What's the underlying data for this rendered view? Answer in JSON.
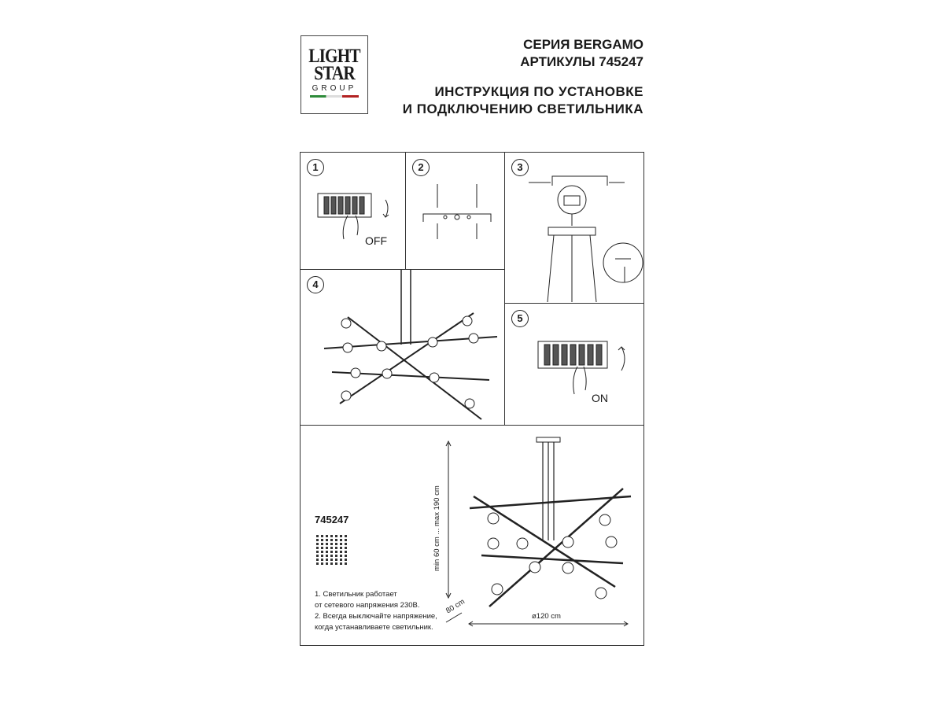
{
  "logo": {
    "line1": "LIGHT",
    "line2": "STAR",
    "line3": "GROUP"
  },
  "header": {
    "series": "СЕРИЯ BERGAMO",
    "articles": "АРТИКУЛЫ 745247",
    "title_line1": "ИНСТРУКЦИЯ ПО УСТАНОВКЕ",
    "title_line2": "И ПОДКЛЮЧЕНИЮ СВЕТИЛЬНИКА"
  },
  "steps": [
    {
      "number": "1",
      "label": "OFF"
    },
    {
      "number": "2"
    },
    {
      "number": "3"
    },
    {
      "number": "4"
    },
    {
      "number": "5",
      "label": "ON"
    }
  ],
  "spec": {
    "article": "745247",
    "notes": [
      "1. Светильник работает",
      "от сетевого напряжения 230В.",
      "2. Всегда выключайте напряжение,",
      "когда устанавливаете светильник."
    ],
    "height_dim": "min 60 cm ... max 190 cm",
    "depth_dim": "80 cm",
    "diameter_dim": "ø120 cm"
  }
}
